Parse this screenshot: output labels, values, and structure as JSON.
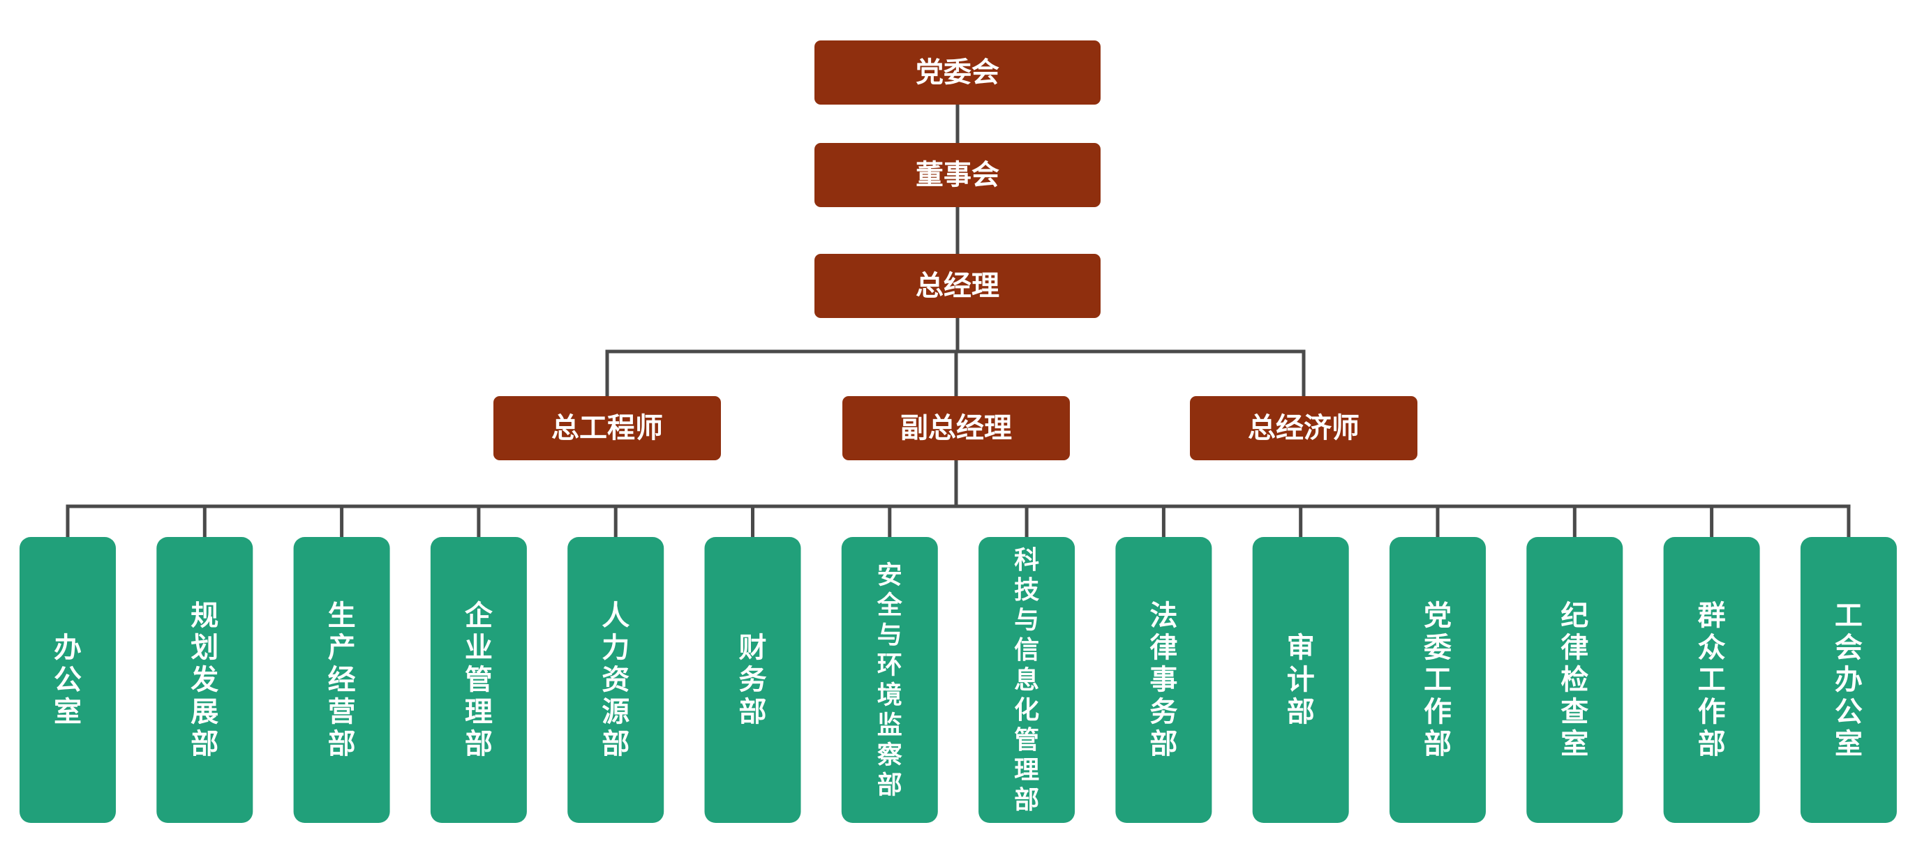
{
  "colors": {
    "executive_box": "#8f2f0e",
    "department_box": "#21a07a",
    "connector": "#4a4a4a",
    "text": "#ffffff"
  },
  "top_chain": [
    {
      "id": "party-committee",
      "label": "党委会"
    },
    {
      "id": "board-of-directors",
      "label": "董事会"
    },
    {
      "id": "general-manager",
      "label": "总经理"
    }
  ],
  "second_tier": [
    {
      "id": "chief-engineer",
      "label": "总工程师"
    },
    {
      "id": "deputy-general-manager",
      "label": "副总经理"
    },
    {
      "id": "chief-economist",
      "label": "总经济师"
    }
  ],
  "departments": [
    {
      "id": "office",
      "label": "办公室"
    },
    {
      "id": "planning-development",
      "label": "规划发展部"
    },
    {
      "id": "production-operations",
      "label": "生产经营部"
    },
    {
      "id": "enterprise-management",
      "label": "企业管理部"
    },
    {
      "id": "human-resources",
      "label": "人力资源部"
    },
    {
      "id": "finance",
      "label": "财务部"
    },
    {
      "id": "safety-environment",
      "label": "安全与环境监察部"
    },
    {
      "id": "technology-it",
      "label": "科技与信息化管理部"
    },
    {
      "id": "legal-affairs",
      "label": "法律事务部"
    },
    {
      "id": "audit",
      "label": "审计部"
    },
    {
      "id": "party-work",
      "label": "党委工作部"
    },
    {
      "id": "discipline-inspection",
      "label": "纪律检查室"
    },
    {
      "id": "mass-work",
      "label": "群众工作部"
    },
    {
      "id": "union-office",
      "label": "工会办公室"
    }
  ]
}
